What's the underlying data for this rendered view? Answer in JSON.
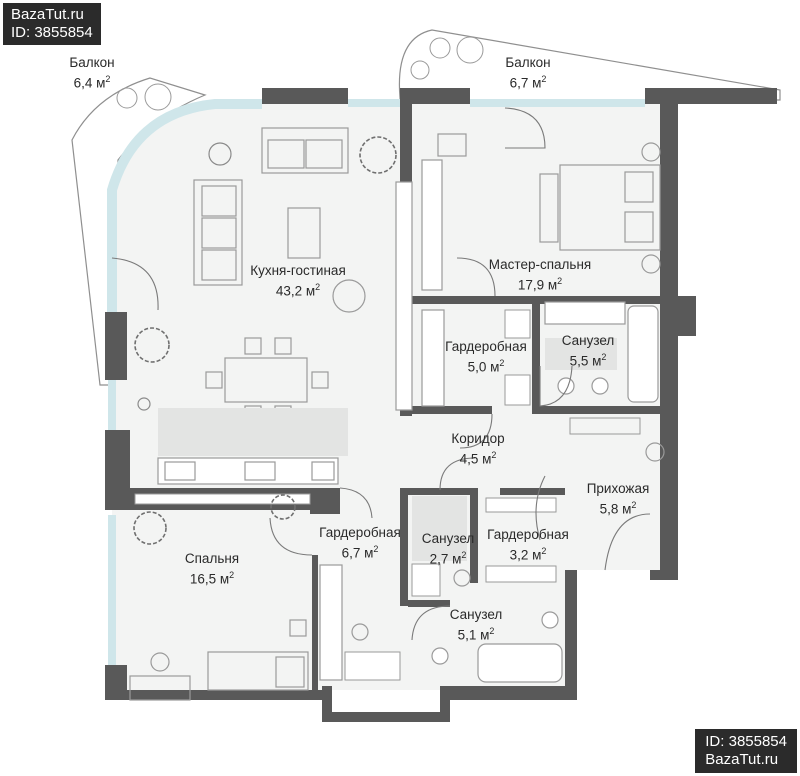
{
  "watermark": {
    "top_left": {
      "site": "BazaTut.ru",
      "id": "ID: 3855854"
    },
    "bottom_right": {
      "id": "ID: 3855854",
      "site": "BazaTut.ru"
    }
  },
  "area_unit": "м",
  "area_unit_power": "2",
  "rooms": {
    "balcony_left": {
      "name": "Балкон",
      "area": "6,4"
    },
    "balcony_right": {
      "name": "Балкон",
      "area": "6,7"
    },
    "kitchen_living": {
      "name": "Кухня-гостиная",
      "area": "43,2"
    },
    "master_bedroom": {
      "name": "Мастер-спальня",
      "area": "17,9"
    },
    "wardrobe_1": {
      "name": "Гардеробная",
      "area": "5,0"
    },
    "bathroom_1": {
      "name": "Санузел",
      "area": "5,5"
    },
    "corridor": {
      "name": "Коридор",
      "area": "4,5"
    },
    "hallway": {
      "name": "Прихожая",
      "area": "5,8"
    },
    "bedroom": {
      "name": "Спальня",
      "area": "16,5"
    },
    "wardrobe_2": {
      "name": "Гардеробная",
      "area": "6,7"
    },
    "bathroom_2": {
      "name": "Санузел",
      "area": "2,7"
    },
    "wardrobe_3": {
      "name": "Гардеробная",
      "area": "3,2"
    },
    "bathroom_3": {
      "name": "Санузел",
      "area": "5,1"
    }
  },
  "colors": {
    "wall": "#595959",
    "floor": "#f3f4f3",
    "glass": "#cfe6ea",
    "furniture": "#9a9a9a",
    "plant": "#6f6f6f",
    "balcony_floor": "#ffffff"
  }
}
